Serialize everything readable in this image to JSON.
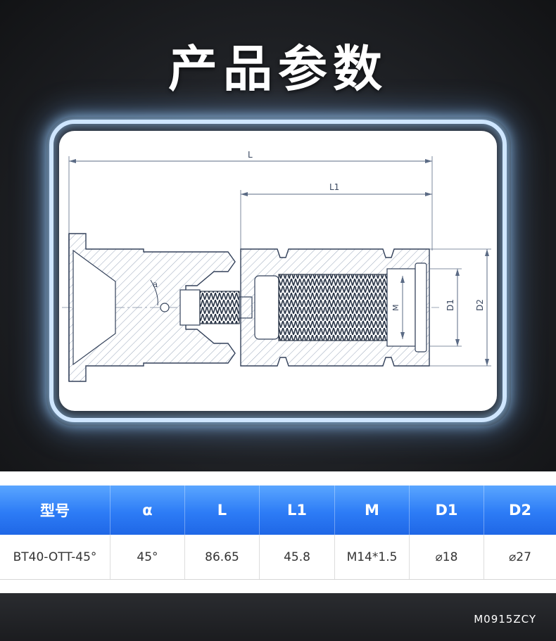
{
  "title": "产品参数",
  "drawing": {
    "dimension_labels": {
      "L": "L",
      "L1": "L1",
      "M": "M",
      "D1": "D1",
      "D2": "D2",
      "alpha": "a"
    }
  },
  "table": {
    "headers": [
      "型号",
      "α",
      "L",
      "L1",
      "M",
      "D1",
      "D2"
    ],
    "row": [
      "BT40-OTT-45°",
      "45°",
      "86.65",
      "45.8",
      "M14*1.5",
      "⌀18",
      "⌀27"
    ]
  },
  "footer": {
    "code": "M0915ZCY"
  },
  "colors": {
    "header_blue": "#2d7cf6",
    "drawing_line": "#4a5d7a"
  }
}
